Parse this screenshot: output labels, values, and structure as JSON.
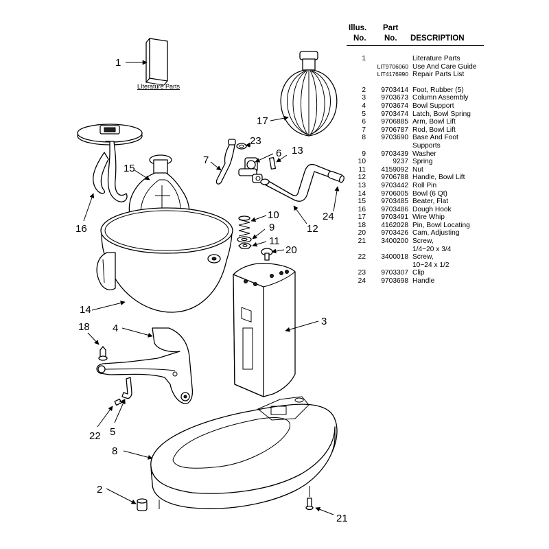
{
  "figure": {
    "caption_literature": "LIterature Parts",
    "callouts": [
      "1",
      "2",
      "3",
      "4",
      "5",
      "6",
      "7",
      "8",
      "9",
      "10",
      "11",
      "12",
      "13",
      "14",
      "15",
      "16",
      "17",
      "18",
      "20",
      "21",
      "22",
      "23",
      "24"
    ]
  },
  "table": {
    "headers": {
      "illus_line1": "Illus.",
      "illus_line2": "No.",
      "part_line1": "Part",
      "part_line2": "No.",
      "description": "DESCRIPTION"
    },
    "rows": [
      {
        "illus": "1",
        "part": "",
        "desc": "Literature Parts",
        "gap": false
      },
      {
        "illus": "",
        "part": "LIT9706060",
        "desc": "Use And Care Guide",
        "gap": false,
        "small": true
      },
      {
        "illus": "",
        "part": "LIT4176990",
        "desc": "Repair Parts List",
        "gap": false,
        "small": true
      },
      {
        "illus": "2",
        "part": "9703414",
        "desc": "Foot, Rubber (5)",
        "gap": true
      },
      {
        "illus": "3",
        "part": "9703673",
        "desc": "Column Assembly",
        "gap": false
      },
      {
        "illus": "4",
        "part": "9703674",
        "desc": "Bowl Support",
        "gap": false
      },
      {
        "illus": "5",
        "part": "9703474",
        "desc": "Latch, Bowl Spring",
        "gap": false
      },
      {
        "illus": "6",
        "part": "9706885",
        "desc": "Arm, Bowl Lift",
        "gap": false
      },
      {
        "illus": "7",
        "part": "9706787",
        "desc": "Rod, Bowl Lift",
        "gap": false
      },
      {
        "illus": "8",
        "part": "9703690",
        "desc": "Base And Foot\nSupports",
        "gap": false
      },
      {
        "illus": "9",
        "part": "9703439",
        "desc": "Washer",
        "gap": false
      },
      {
        "illus": "10",
        "part": "9237",
        "desc": "Spring",
        "gap": false
      },
      {
        "illus": "11",
        "part": "4159092",
        "desc": "Nut",
        "gap": false
      },
      {
        "illus": "12",
        "part": "9706788",
        "desc": "Handle, Bowl Lift",
        "gap": false
      },
      {
        "illus": "13",
        "part": "9703442",
        "desc": "Roll Pin",
        "gap": false
      },
      {
        "illus": "14",
        "part": "9706005",
        "desc": "Bowl (6 Qt)",
        "gap": false
      },
      {
        "illus": "15",
        "part": "9703485",
        "desc": "Beater, Flat",
        "gap": false
      },
      {
        "illus": "16",
        "part": "9703486",
        "desc": "Dough Hook",
        "gap": false
      },
      {
        "illus": "17",
        "part": "9703491",
        "desc": "Wire Whip",
        "gap": false
      },
      {
        "illus": "18",
        "part": "4162028",
        "desc": "Pin, Bowl Locating",
        "gap": false
      },
      {
        "illus": "20",
        "part": "9703426",
        "desc": "Cam, Adjusting",
        "gap": false
      },
      {
        "illus": "21",
        "part": "3400200",
        "desc": "Screw,\n1/4−20 x 3/4",
        "gap": false
      },
      {
        "illus": "22",
        "part": "3400018",
        "desc": "Screw,\n10−24 x 1/2",
        "gap": false
      },
      {
        "illus": "23",
        "part": "9703307",
        "desc": "Clip",
        "gap": false
      },
      {
        "illus": "24",
        "part": "9703698",
        "desc": "Handle",
        "gap": false
      }
    ]
  }
}
